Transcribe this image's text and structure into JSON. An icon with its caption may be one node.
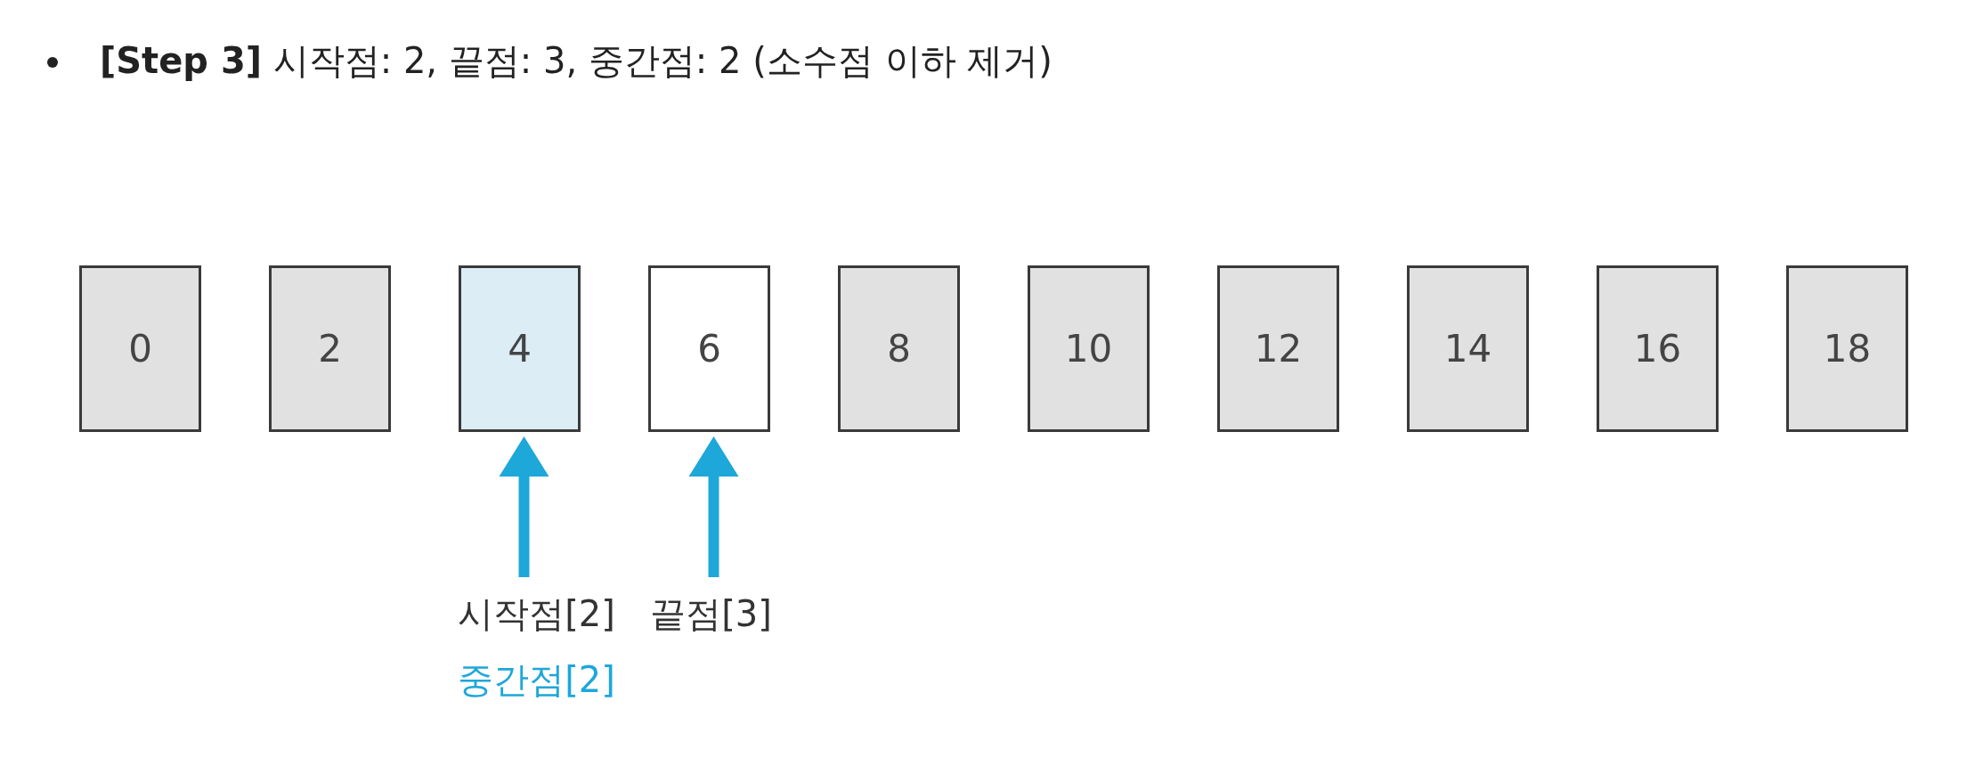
{
  "diagram": {
    "title": "**[Step 3]** 시작점: 2, 끝점: 3, 중간점: 2 (소수점 이하 제거)",
    "nodes": [
      {
        "text": [
          "0"
        ]
      },
      {
        "text": [
          "2"
        ]
      },
      {
        "text": [
          "4"
        ]
      },
      {
        "text": [
          "6"
        ]
      },
      {
        "text": [
          "8"
        ]
      },
      {
        "text": [
          "10"
        ]
      },
      {
        "text": [
          "12"
        ]
      },
      {
        "text": [
          "14"
        ]
      },
      {
        "text": [
          "16"
        ]
      },
      {
        "text": [
          "18"
        ]
      },
      {
        "text": [
          "시작점[2]",
          "중간점[2]"
        ]
      },
      {
        "text": [
          "끝점[3]"
        ]
      }
    ],
    "edges": [
      {
        "from": 10,
        "to": 2,
        "arrow": "to"
      },
      {
        "from": 11,
        "to": 3,
        "arrow": "to"
      }
    ]
  }
}
